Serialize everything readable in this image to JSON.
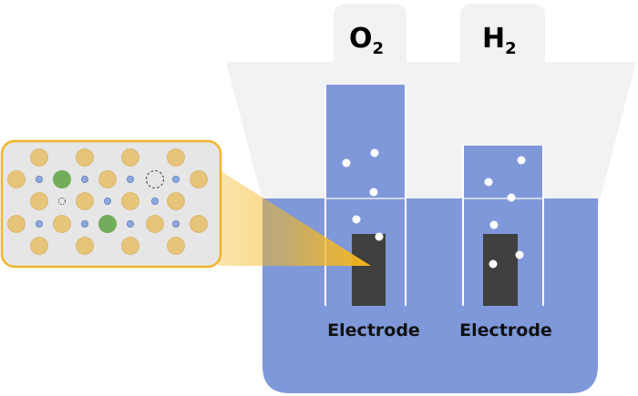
{
  "labels": {
    "left_gas": {
      "symbol": "O",
      "subscript": "2"
    },
    "right_gas": {
      "symbol": "H",
      "subscript": "2"
    },
    "left_electrode": "Electrode",
    "right_electrode": "Electrode"
  },
  "colors": {
    "electrolyte": "#7f98da",
    "tube_fill": "#7f98da",
    "tube_border": "#ffffff",
    "funnel": "#f2f2f2",
    "gas_tab": "#f2f2f2",
    "electrode": "#404040",
    "bubble": "#ffffff",
    "inset_background": "#e6e6e6",
    "inset_border": "#f0b429",
    "gold_atom": "#e6c47a",
    "green_atom": "#72ad5a",
    "small_ion": "#8fa8dc",
    "zoom_beam": "#f5b820"
  },
  "icons": {
    "electrode": "dark-rectangle",
    "bubble": "white-circle",
    "vacancy": "dashed-circle"
  }
}
